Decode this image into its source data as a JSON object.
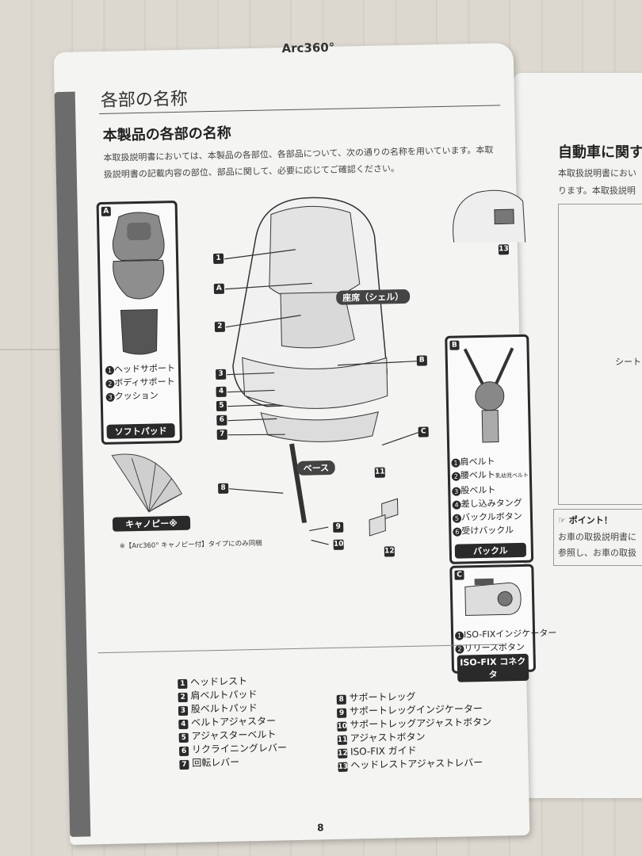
{
  "brand": "Arc360°",
  "section_title": "各部の名称",
  "heading": "本製品の各部の名称",
  "intro": "本取扱説明書においては、本製品の各部位、各部品について、次の通りの名称を用いています。本取扱説明書の記載内容の部位、部品に関して、必要に応じてご確認ください。",
  "diagram": {
    "seat_label": "座席（シェル）",
    "base_label": "ベース",
    "callouts": [
      "1",
      "A",
      "2",
      "3",
      "4",
      "5",
      "6",
      "7",
      "8",
      "9",
      "10",
      "11",
      "12",
      "13",
      "B",
      "C"
    ]
  },
  "softpad": {
    "tag": "A",
    "items": [
      {
        "n": "1",
        "label": "ヘッドサポート"
      },
      {
        "n": "2",
        "label": "ボディサポート"
      },
      {
        "n": "3",
        "label": "クッション"
      }
    ],
    "caption": "ソフトパッド"
  },
  "canopy": {
    "caption": "キャノピー※",
    "note": "※【Arc360° キャノピー付】タイプにのみ同梱"
  },
  "buckle": {
    "tag": "B",
    "items": [
      {
        "n": "1",
        "label": "肩ベルト"
      },
      {
        "n": "2",
        "label": "腰ベルト"
      },
      {
        "n": "3",
        "label": "股ベルト"
      },
      {
        "n": "4",
        "label": "差し込みタング"
      },
      {
        "n": "5",
        "label": "バックルボタン"
      },
      {
        "n": "6",
        "label": "受けバックル"
      }
    ],
    "bracket_label": "乳幼児ベルト",
    "caption": "バックル"
  },
  "isofix": {
    "tag": "C",
    "items": [
      {
        "n": "1",
        "label": "ISO-FIXインジケーター"
      },
      {
        "n": "2",
        "label": "リリースボタン"
      }
    ],
    "caption": "ISO-FIX コネクタ"
  },
  "legend_left": [
    {
      "n": "1",
      "label": "ヘッドレスト"
    },
    {
      "n": "2",
      "label": "肩ベルトパッド"
    },
    {
      "n": "3",
      "label": "股ベルトパッド"
    },
    {
      "n": "4",
      "label": "ベルトアジャスター"
    },
    {
      "n": "5",
      "label": "アジャスターベルト"
    },
    {
      "n": "6",
      "label": "リクライニングレバー"
    },
    {
      "n": "7",
      "label": "回転レバー"
    }
  ],
  "legend_right": [
    {
      "n": "8",
      "label": "サポートレッグ"
    },
    {
      "n": "9",
      "label": "サポートレッグインジケーター"
    },
    {
      "n": "10",
      "label": "サポートレッグアジャストボタン"
    },
    {
      "n": "11",
      "label": "アジャストボタン"
    },
    {
      "n": "12",
      "label": "ISO-FIX ガイド"
    },
    {
      "n": "13",
      "label": "ヘッドレストアジャストレバー"
    }
  ],
  "page_number": "8",
  "next_page": {
    "heading": "自動車に関す",
    "text_1": "本取扱説明書におい",
    "text_2": "ります。本取扱説明",
    "seat_text": "シート",
    "point_title": "ポイント！",
    "point_text_1": "お車の取扱説明書に",
    "point_text_2": "参照し、お車の取扱"
  }
}
